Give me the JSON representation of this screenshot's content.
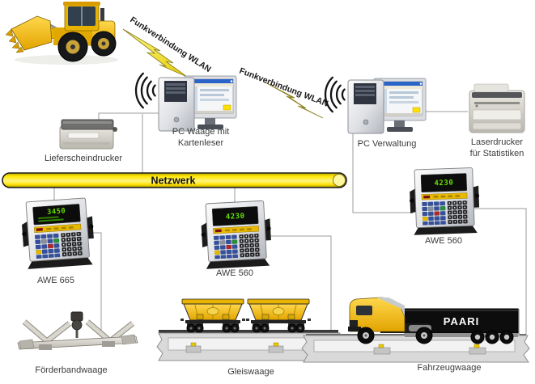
{
  "nodes": {
    "wlan_link_top": {
      "label": "Funkverbindung WLAN"
    },
    "wlan_link_right": {
      "label": "Funkverbindung WLAN"
    },
    "network_bus": {
      "label": "Netzwerk"
    },
    "pc_waage": {
      "label": "PC Waage mit\nKartenleser"
    },
    "pc_verwaltung": {
      "label": "PC Verwaltung"
    },
    "lieferscheindrucker": {
      "label": "Lieferscheindrucker"
    },
    "laserdrucker": {
      "label": "Laserdrucker\nfür Statistiken"
    },
    "awe_665": {
      "label": "AWE 665",
      "display": "3450"
    },
    "awe_560_mitte": {
      "label": "AWE 560",
      "display": "4230"
    },
    "awe_560_rechts": {
      "label": "AWE 560",
      "display": "4230"
    },
    "foerderbandwaage": {
      "label": "Förderbandwaage"
    },
    "gleiswaage": {
      "label": "Gleiswaage"
    },
    "fahrzeugwaage": {
      "label": "Fahrzeugwaage",
      "truck_logo": "PAARI"
    }
  },
  "colors": {
    "network_yellow": "#FFE800",
    "bolt_yellow": "#F2DC2E",
    "machine_yellow": "#EFB400",
    "display_green": "#66E000",
    "connector_gray": "#9B9B9B",
    "label_text": "#3B3B3B"
  }
}
